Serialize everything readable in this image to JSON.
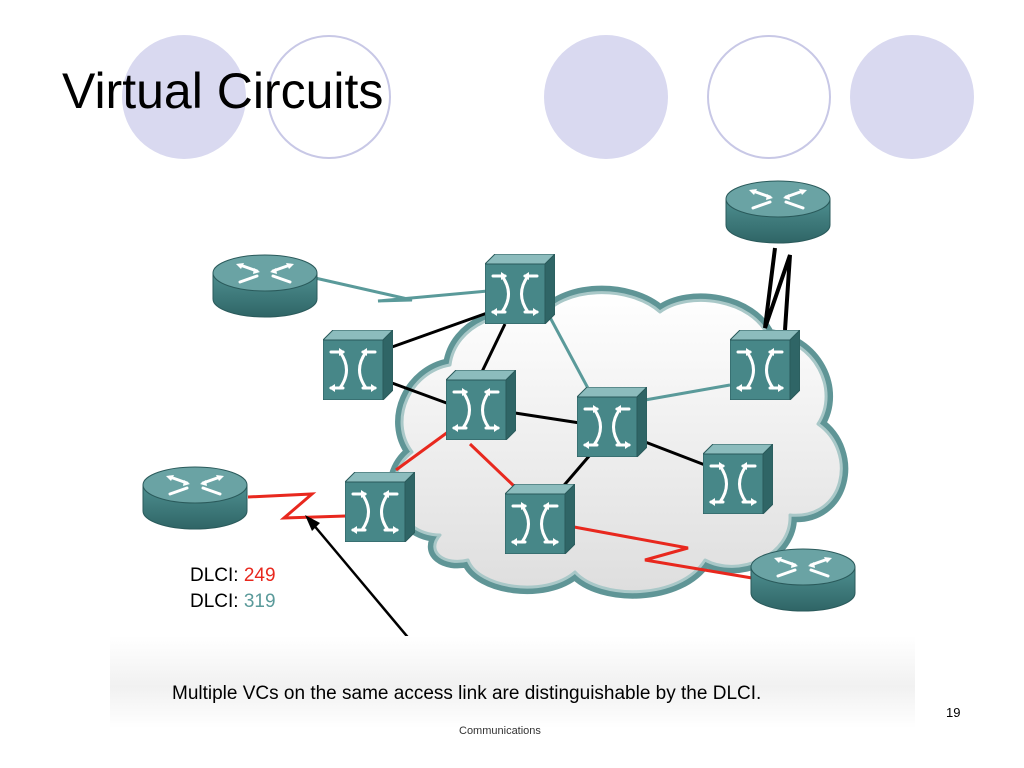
{
  "slide": {
    "title": "Virtual Circuits",
    "page_number": "19",
    "footer": "Communications"
  },
  "dlci": {
    "prefix": "DLCI: ",
    "red_value": "249",
    "teal_value": "319"
  },
  "caption": "Multiple VCs on the same access link are distinguishable by the DLCI.",
  "colors": {
    "device_teal": "#3f7f80",
    "red_vc": "#e8281e",
    "teal_vc": "#5a9a9a",
    "cloud_edge": "#5f9596",
    "decor_circle": "#d9d9f0"
  },
  "icons": {
    "router": "router-icon",
    "switch": "frame-relay-switch-icon",
    "cloud": "network-cloud"
  }
}
